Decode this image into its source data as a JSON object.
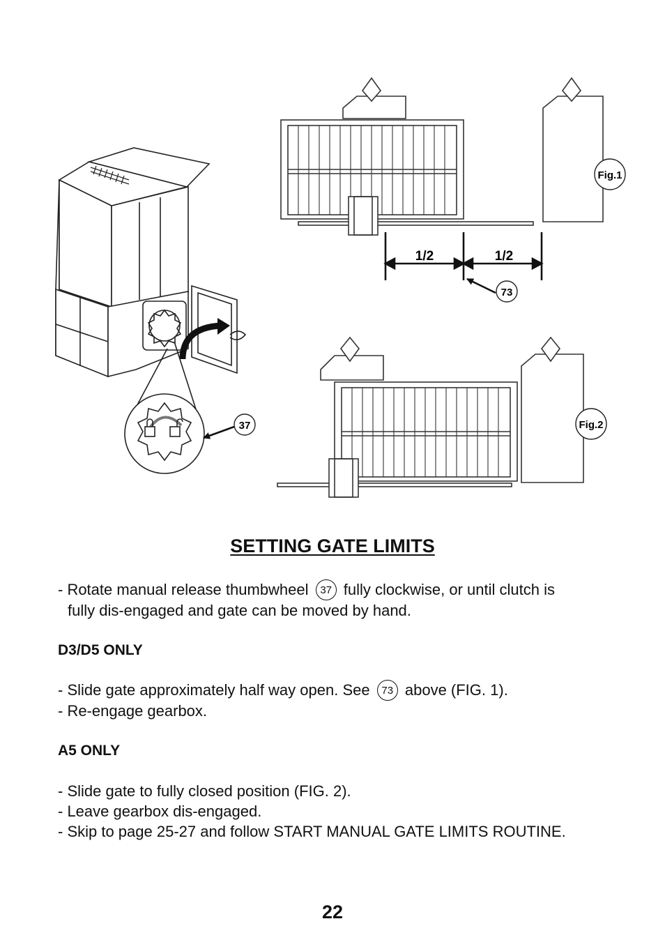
{
  "figures": {
    "fig1_label": "Fig.1",
    "fig2_label": "Fig.2",
    "half_left": "1/2",
    "half_right": "1/2",
    "callout_73": "73",
    "callout_37": "37"
  },
  "heading": "SETTING GATE LIMITS",
  "intro": {
    "line1_pre": "- Rotate manual release thumbwheel",
    "line1_ref": "37",
    "line1_post": "fully clockwise, or until clutch is",
    "line2": "fully dis-engaged and gate can be moved by hand."
  },
  "d3d5": {
    "title": "D3/D5 ONLY",
    "step1_pre": "- Slide gate approximately half way open. See",
    "step1_ref": "73",
    "step1_post": "above (FIG. 1).",
    "step2": "- Re-engage gearbox."
  },
  "a5": {
    "title": "A5 ONLY",
    "step1": "- Slide gate to fully closed position (FIG. 2).",
    "step2": "- Leave gearbox dis-engaged.",
    "step3": "- Skip to page 25-27 and follow START MANUAL GATE LIMITS ROUTINE."
  },
  "page_number": "22"
}
